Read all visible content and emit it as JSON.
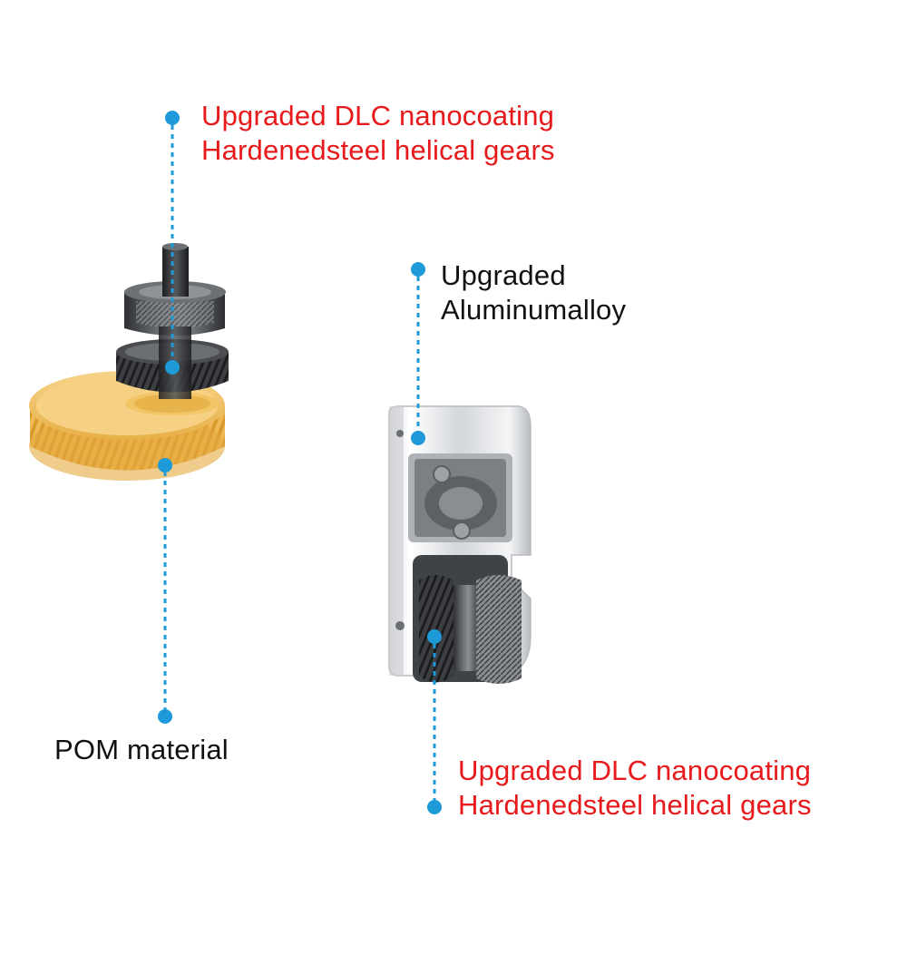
{
  "colors": {
    "accent_red": "#e8191b",
    "label_black": "#111111",
    "callout_blue": "#1e9ad8",
    "background": "#ffffff"
  },
  "callouts": {
    "top_gear": {
      "line1": "Upgraded DLC nanocoating",
      "line2": "Hardenedsteel helical gears",
      "color": "#e8191b"
    },
    "aluminum": {
      "line1": "Upgraded",
      "line2": "Aluminumalloy",
      "color": "#111111"
    },
    "pom": {
      "line1": "POM material",
      "color": "#111111"
    },
    "bottom_gear": {
      "line1": "Upgraded DLC nanocoating",
      "line2": "Hardenedsteel helical gears",
      "color": "#e8191b"
    }
  }
}
